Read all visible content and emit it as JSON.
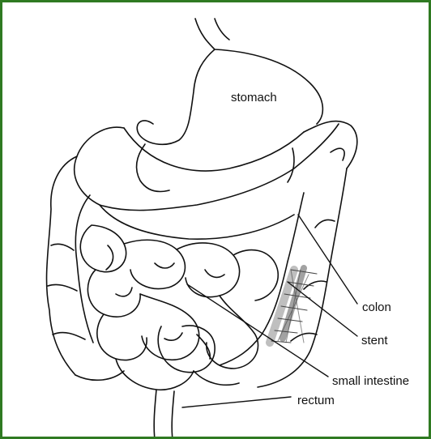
{
  "figure": {
    "labels": {
      "stomach": "stomach",
      "colon": "colon",
      "stent": "stent",
      "small_intestine": "small intestine",
      "rectum": "rectum"
    },
    "border_color": "#2f7a22",
    "line_color": "#111111",
    "stent_color": "#444444"
  }
}
